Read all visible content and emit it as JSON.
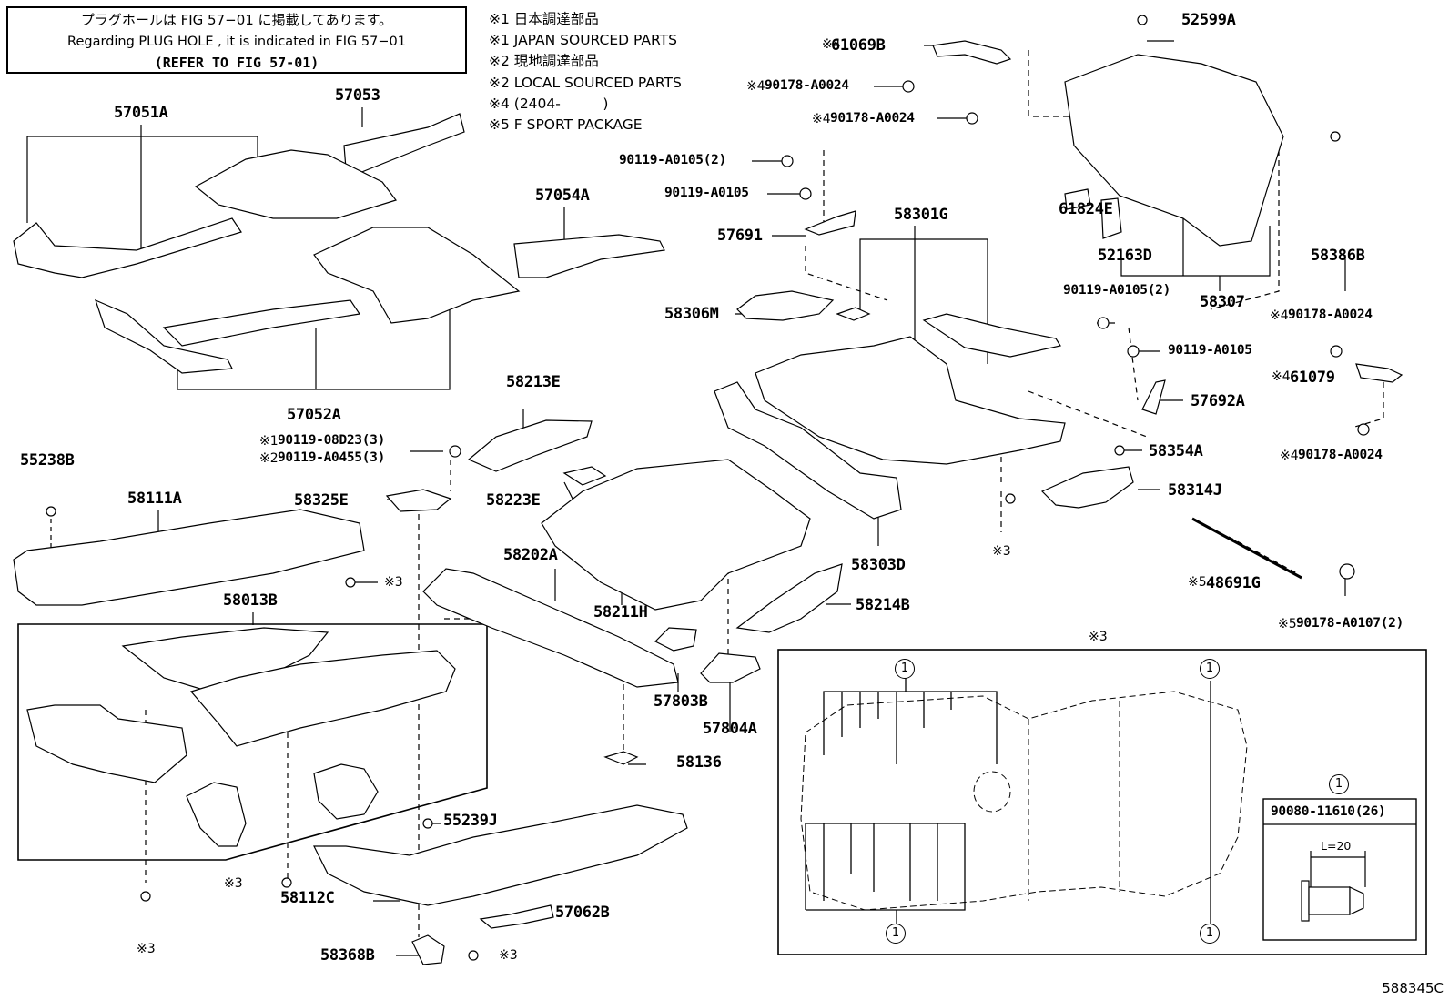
{
  "note": {
    "line1": "プラグホールは FIG 57−01 に掲載してあります。",
    "line2": "Regarding PLUG HOLE , it is indicated in FIG 57−01",
    "line3": "(REFER TO FIG 57-01)"
  },
  "legend": [
    "※1 日本調達部品",
    "※1 JAPAN SOURCED PARTS",
    "※2 現地調達部品",
    "※2 LOCAL SOURCED PARTS",
    "※4 (2404-　　　)",
    "※5 F SPORT PACKAGE"
  ],
  "parts": {
    "p57051A": "57051A",
    "p57053": "57053",
    "p57054A": "57054A",
    "p57052A": "57052A",
    "p55238B": "55238B",
    "p58111A": "58111A",
    "p58325E": "58325E",
    "p58013B": "58013B",
    "p58213E": "58213E",
    "p58223E": "58223E",
    "p58202A": "58202A",
    "p58211H": "58211H",
    "p57803B": "57803B",
    "p57804A": "57804A",
    "p58136": "58136",
    "p55239J": "55239J",
    "p58112C": "58112C",
    "p57062B": "57062B",
    "p58368B": "58368B",
    "p61069B": "61069B",
    "p90178a": "90178-A0024",
    "p90178b": "90178-A0024",
    "p90119_2a": "90119-A0105(2)",
    "p90119a": "90119-A0105",
    "p57691": "57691",
    "p58301G": "58301G",
    "p58306M": "58306M",
    "p58303D": "58303D",
    "p58214B": "58214B",
    "p52599A": "52599A",
    "p61824E": "61824E",
    "p52163D": "52163D",
    "p58386B": "58386B",
    "p58307": "58307",
    "p90119_2b": "90119-A0105(2)",
    "p90119b": "90119-A0105",
    "p57692A": "57692A",
    "p58354A": "58354A",
    "p58314J": "58314J",
    "p90178c": "90178-A0024",
    "p61079": "61079",
    "p90178d": "90178-A0024",
    "p48691G": "48691G",
    "p90178e": "90178-A0107(2)",
    "p90119_08": "90119-08D23(3)",
    "p90119_04": "90119-A0455(3)",
    "p90080": "90080-11610(26)"
  },
  "tags": {
    "t1": "※1",
    "t2": "※2",
    "t3": "※3",
    "t4": "※4",
    "t5": "※5"
  },
  "inset": {
    "title": "※3",
    "circle": "1",
    "dimension": "L=20"
  },
  "figure_number": "588345C"
}
